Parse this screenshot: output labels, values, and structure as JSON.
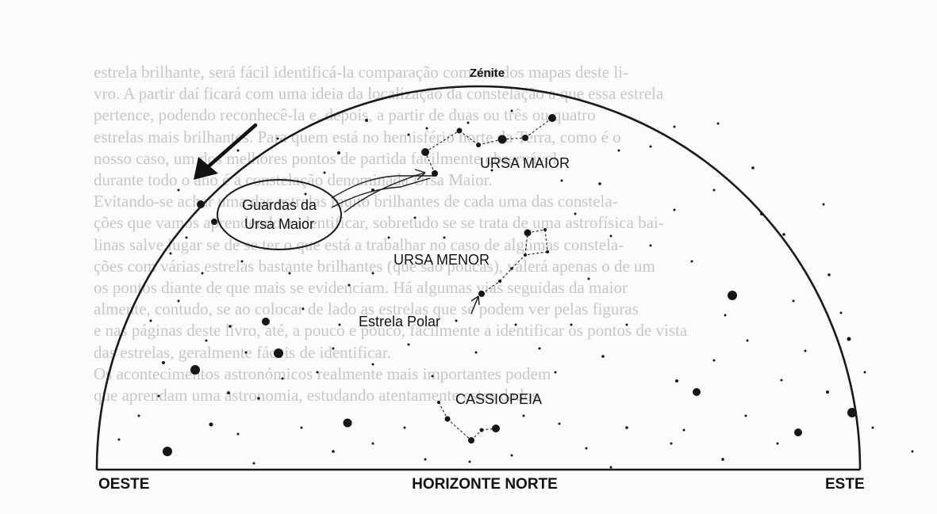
{
  "diagram": {
    "zenith_label": "Zénite",
    "west_label": "OESTE",
    "horizon_label": "HORIZONTE NORTE",
    "east_label": "ESTE",
    "constellations": {
      "ursa_major": "URSA MAIOR",
      "ursa_minor": "URSA MENOR",
      "cassiopeia": "CASSIOPEIA"
    },
    "guards_label": [
      "Guardas da",
      "Ursa Maior"
    ],
    "polaris_label": "Estrela Polar"
  },
  "background_text": {
    "lines": [
      "estrela brilhante, será fácil identificá-la comparação com um dos mapas deste li-",
      "vro. A partir daí ficará com uma ideia da localização da constelação a que essa estrela",
      "pertence, podendo reconhecê-la e, depois, a partir de duas ou três ou quatro",
      "estrelas mais brilhantes. Para quem está no hemisfério norte da Terra, como é o",
      "nosso caso, um dos melhores pontos de partida facilmente observável",
      "durante todo o ano é a constelação denominada Ursa Maior.",
      "Evitando-se achar uma das estrelas muito brilhantes de cada uma das constela-",
      "ções que vamos aprendendo a identificar, sobretudo se se trata de uma astrofísica bai-",
      "linas salve lugar se de se ter o que está a trabalhar no caso de algumas constela-",
      "ções com várias estrelas bastante brilhantes (que são poucas), valerá apenas o de um",
      "os pontos diante de que mais se evidenciam. Há algumas vias seguidas da maior",
      "almente, contudo, se ao colocar de lado as estrelas que se podem ver pelas figuras",
      "e nas páginas deste livro, até, a pouco e pouco, facilmente a identificar os pontos de vista",
      "das estrelas, geralmente fáceis de identificar.",
      "Os acontecimentos astronómicos realmente mais importantes podem",
      "que aprendam uma astronomia, estudando atentamente estes dados"
    ]
  }
}
